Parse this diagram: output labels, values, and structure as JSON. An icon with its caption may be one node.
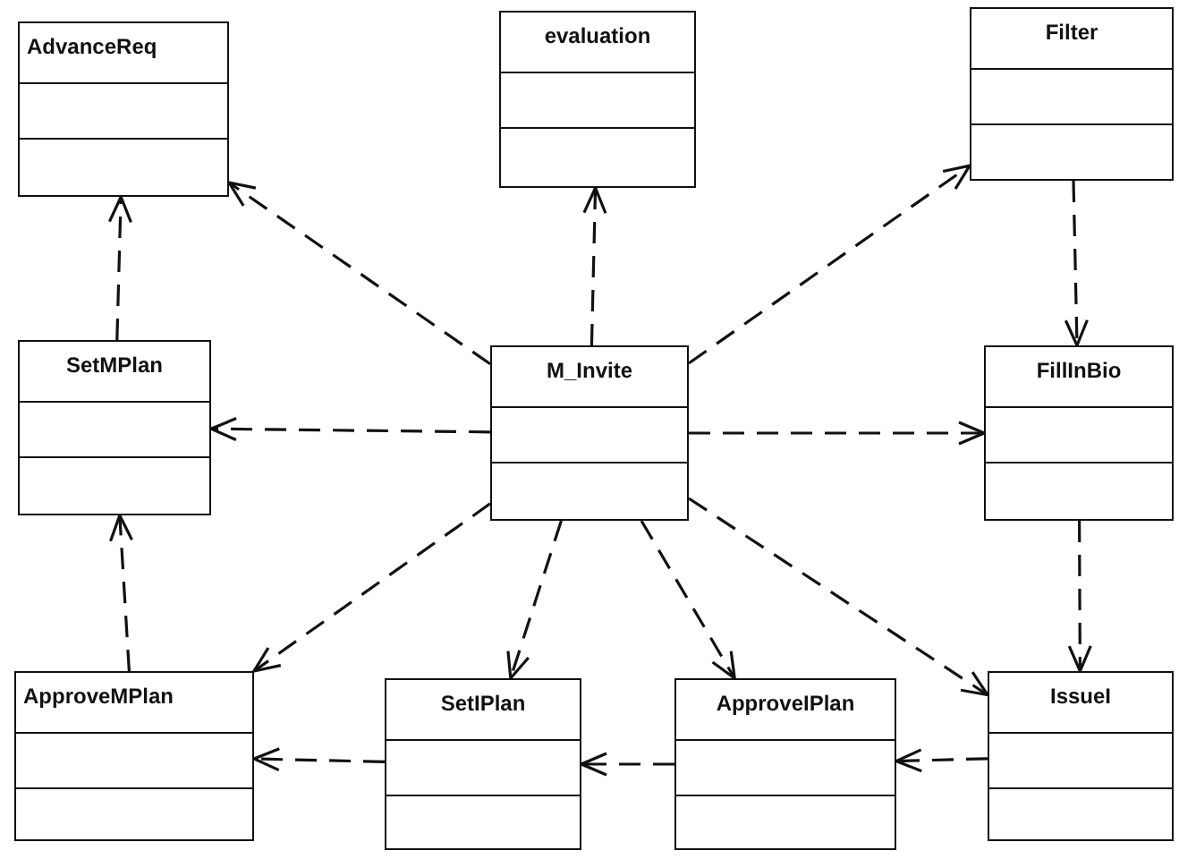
{
  "diagram": {
    "nodes": [
      {
        "text": [
          "AdvanceReq"
        ]
      },
      {
        "text": [
          "evaluation"
        ]
      },
      {
        "text": [
          "Filter"
        ]
      },
      {
        "text": [
          "SetMPlan"
        ]
      },
      {
        "text": [
          "M_Invite"
        ]
      },
      {
        "text": [
          "FillInBio"
        ]
      },
      {
        "text": [
          "ApproveMPlan"
        ]
      },
      {
        "text": [
          "SetIPlan"
        ]
      },
      {
        "text": [
          "ApproveIPlan"
        ]
      },
      {
        "text": [
          "IssueI"
        ]
      }
    ],
    "edges": [
      {
        "from": 4,
        "to": 0,
        "arrow": "to",
        "style": "dashed"
      },
      {
        "from": 4,
        "to": 1,
        "arrow": "to",
        "style": "dashed"
      },
      {
        "from": 4,
        "to": 2,
        "arrow": "to",
        "style": "dashed"
      },
      {
        "from": 4,
        "to": 3,
        "arrow": "to",
        "style": "dashed"
      },
      {
        "from": 4,
        "to": 5,
        "arrow": "to",
        "style": "dashed"
      },
      {
        "from": 4,
        "to": 6,
        "arrow": "to",
        "style": "dashed"
      },
      {
        "from": 4,
        "to": 7,
        "arrow": "to",
        "style": "dashed"
      },
      {
        "from": 4,
        "to": 8,
        "arrow": "to",
        "style": "dashed"
      },
      {
        "from": 4,
        "to": 9,
        "arrow": "to",
        "style": "dashed"
      },
      {
        "from": 3,
        "to": 0,
        "arrow": "to",
        "style": "dashed"
      },
      {
        "from": 6,
        "to": 3,
        "arrow": "to",
        "style": "dashed"
      },
      {
        "from": 2,
        "to": 5,
        "arrow": "to",
        "style": "dashed"
      },
      {
        "from": 5,
        "to": 9,
        "arrow": "to",
        "style": "dashed"
      },
      {
        "from": 7,
        "to": 6,
        "arrow": "to",
        "style": "dashed"
      },
      {
        "from": 8,
        "to": 7,
        "arrow": "to",
        "style": "dashed"
      },
      {
        "from": 9,
        "to": 8,
        "arrow": "to",
        "style": "dashed"
      }
    ]
  }
}
